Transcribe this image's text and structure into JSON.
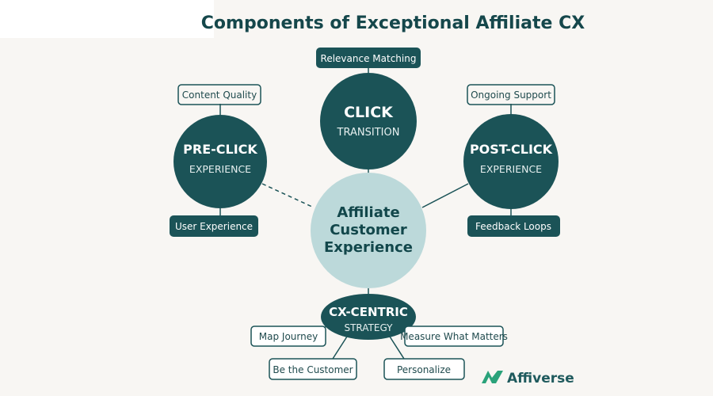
{
  "title": "Components of Exceptional Affiliate CX",
  "center": {
    "lines": [
      "Affiliate",
      "Customer",
      "Experience"
    ]
  },
  "click": {
    "title": "CLICK",
    "subtitle": "TRANSITION",
    "label": "Relevance Matching"
  },
  "pre_click": {
    "title": "PRE-CLICK",
    "subtitle": "EXPERIENCE",
    "top_label": "Content Quality",
    "bottom_label": "User Experience"
  },
  "post_click": {
    "title": "POST-CLICK",
    "subtitle": "EXPERIENCE",
    "top_label": "Ongoing Support",
    "bottom_label": "Feedback Loops"
  },
  "cx_centric": {
    "title": "CX-CENTRIC",
    "subtitle": "STRATEGY",
    "items": [
      "Map Journey",
      "Measure What Matters",
      "Be the Customer",
      "Personalize"
    ]
  },
  "logo": {
    "text": "Affiverse"
  },
  "colors": {
    "dark_teal": "#1b5357",
    "light_teal": "#bcd9da",
    "background": "#f8f6f3"
  }
}
